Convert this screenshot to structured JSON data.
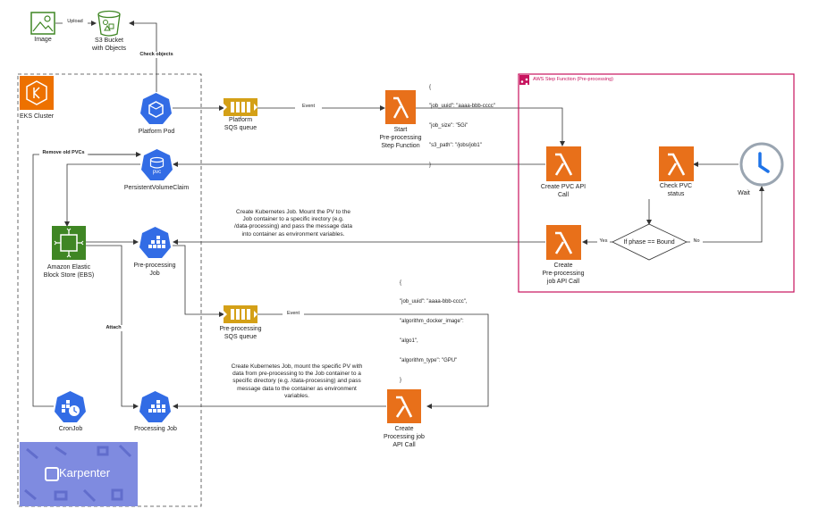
{
  "nodes": {
    "image": "Image",
    "upload": "Upload",
    "s3_line1": "S3 Bucket",
    "s3_line2": "with Objects",
    "check_objects": "Check objects",
    "eks_cluster": "EKS Cluster",
    "platform_pod": "Platform Pod",
    "platform_sqs_line1": "Platform",
    "platform_sqs_line2": "SQS queue",
    "event": "Event",
    "start_line1": "Start",
    "start_line2": "Pre-processing",
    "start_line3": "Step Function",
    "step_function": "AWS Step Function (Pre-processing)",
    "create_pvc_line1": "Create PVC API",
    "create_pvc_line2": "Call",
    "check_pvc_line1": "Check PVC",
    "check_pvc_line2": "status",
    "wait": "Wait",
    "remove_pvcs": "Remove old PVCs",
    "pvc_badge": "pvc",
    "pvc_claim": "PersistentVolumeClaim",
    "if_phase": "If phase == Bound",
    "yes": "Yes",
    "no": "No",
    "create_pre_line1": "Create",
    "create_pre_line2": "Pre-processing",
    "create_pre_line3": "job API Call",
    "ebs_line1": "Amazon Elastic",
    "ebs_line2": "Block Store (EBS)",
    "pre_job_line1": "Pre-processing",
    "pre_job_line2": "Job",
    "attach": "Attach",
    "pre_sqs_line1": "Pre-processing",
    "pre_sqs_line2": "SQS queue",
    "event2": "Event",
    "cronjob": "CronJob",
    "processing_job": "Processing Job",
    "create_proc_line1": "Create",
    "create_proc_line2": "Processing job",
    "create_proc_line3": "API Call",
    "karpenter": "Karpenter"
  },
  "notes": {
    "note1": [
      "Create Kubernetes Job. Mount the PV to the",
      "Job container to a specific irectory (e.g.",
      "/data-processing) and pass the message data",
      "into container as environment variables."
    ],
    "note2": [
      "Create Kubernetes Job, mount the specific PV with",
      "data from pre-processing to the Job container to a",
      "specific directory (e.g. /data-processing) and pass",
      "message data to the container as environment",
      "variables."
    ]
  },
  "json1": [
    "{",
    "\"job_uuid\": \"aaaa-bbb-cccc\"",
    "\"job_size\": \"5Gi\"",
    "\"s3_path\": \"/jobs/job1\"",
    "}"
  ],
  "json2": [
    "{",
    "\"job_uuid\": \"aaaa-bbb-cccc\",",
    "\"algorithm_docker_image\":",
    "\"algo1\",",
    "\"algorithm_type\": \"GPU\"",
    "}"
  ],
  "colors": {
    "lambda": "#E8701A",
    "sqs": "#D4A017",
    "k8s": "#326CE5",
    "ebs": "#3F8624",
    "eks": "#ED7100",
    "step_border": "#C7135E",
    "karpenter": "#7F8BE0"
  }
}
